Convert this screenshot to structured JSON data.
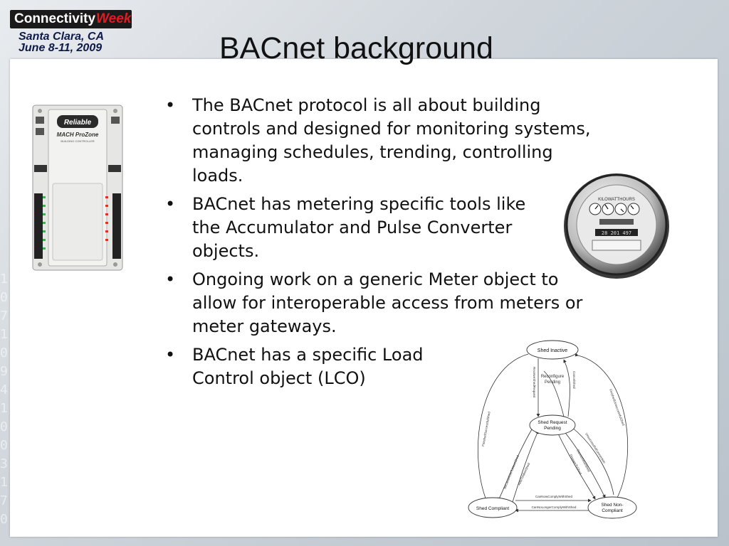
{
  "header": {
    "logo_brand": "Connectivity",
    "logo_week": "Week",
    "location": "Santa Clara, CA",
    "dates": "June 8-11, 2009"
  },
  "slide": {
    "title": "BACnet background",
    "bullets": [
      "The BACnet protocol is all about building controls and designed for monitoring systems, managing schedules, trending, controlling loads.",
      "BACnet has metering specific tools like the Accumulator and Pulse Converter objects.",
      "Ongoing work on a generic Meter object to allow for interoperable access from meters or meter gateways.",
      "BACnet has a specific Load Control object (LCO)"
    ]
  },
  "device_image": {
    "brand": "Reliable",
    "model": "MACH ProZone",
    "subtitle": "BUILDING CONTROLLER"
  },
  "meter_image": {
    "label": "KILOWATTHOURS",
    "reading": "28 201 497"
  },
  "state_diagram": {
    "states": {
      "inactive": "Shed Inactive",
      "reconfigure_line1": "Reconfigure",
      "reconfigure_line2": "Pending",
      "request_line1": "Shed Request",
      "request_line2": "Pending",
      "compliant": "Shed Compliant",
      "noncompliant_line1": "Shed Non-",
      "noncompliant_line2": "Compliant"
    },
    "transitions": {
      "receive_request": "ReceiveShedRequest",
      "cancel_shed_1": "CancelShed",
      "finished_successful_left": "FinishedSuccessfulShed",
      "finished_unsuccessful_right": "FinishedUnsuccessfulShed",
      "became_able": "BecameAbleToMeetShed",
      "able_to_meet": "AbleToMeetShed",
      "cannot_meet": "CannotMeetShed",
      "prepare": "PrepareToShed",
      "unsuccessful_conn": "UnsuccessfulConnection",
      "can_now_comply": "CanNowComplyWithShed",
      "can_no_longer_comply": "CanNoLongerComplyWithShed"
    }
  },
  "colors": {
    "logo_bg": "#1a1a1a",
    "logo_accent": "#e11b22",
    "event_text": "#0d1a4a",
    "panel": "#ffffff"
  }
}
